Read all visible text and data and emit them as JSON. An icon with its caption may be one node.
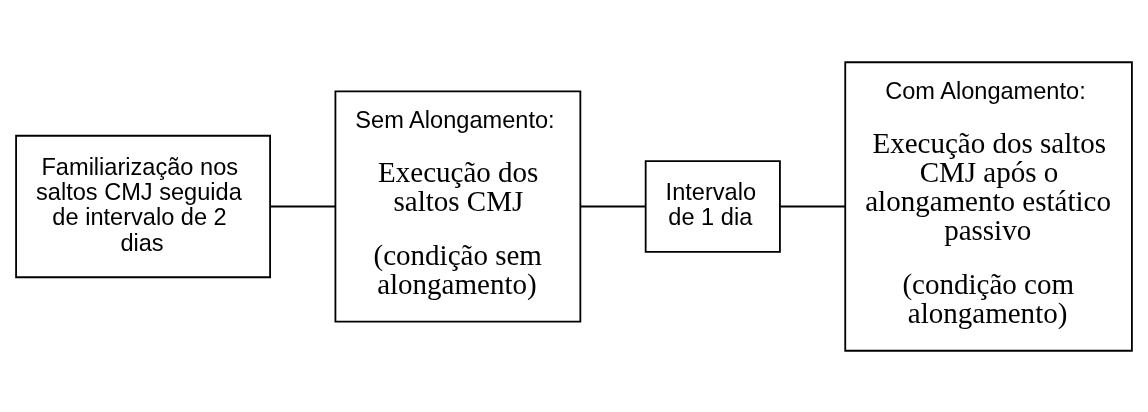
{
  "diagram": {
    "nodes": [
      {
        "text": [
          "Familiarização nos saltos CMJ seguida de intervalo de 2 dias"
        ]
      },
      {
        "text": [
          "Sem Alongamento:",
          "Execução dos saltos CMJ",
          "(condição sem alongamento)"
        ]
      },
      {
        "text": [
          "Intervalo de 1 dia"
        ]
      },
      {
        "text": [
          "Com Alongamento:",
          "Execução dos saltos CMJ após o alongamento estático passivo",
          "(condição com alongamento)"
        ]
      }
    ],
    "edges": [
      {
        "from": 0,
        "to": 1,
        "arrow": "none"
      },
      {
        "from": 1,
        "to": 2,
        "arrow": "none"
      },
      {
        "from": 2,
        "to": 3,
        "arrow": "none"
      }
    ]
  }
}
